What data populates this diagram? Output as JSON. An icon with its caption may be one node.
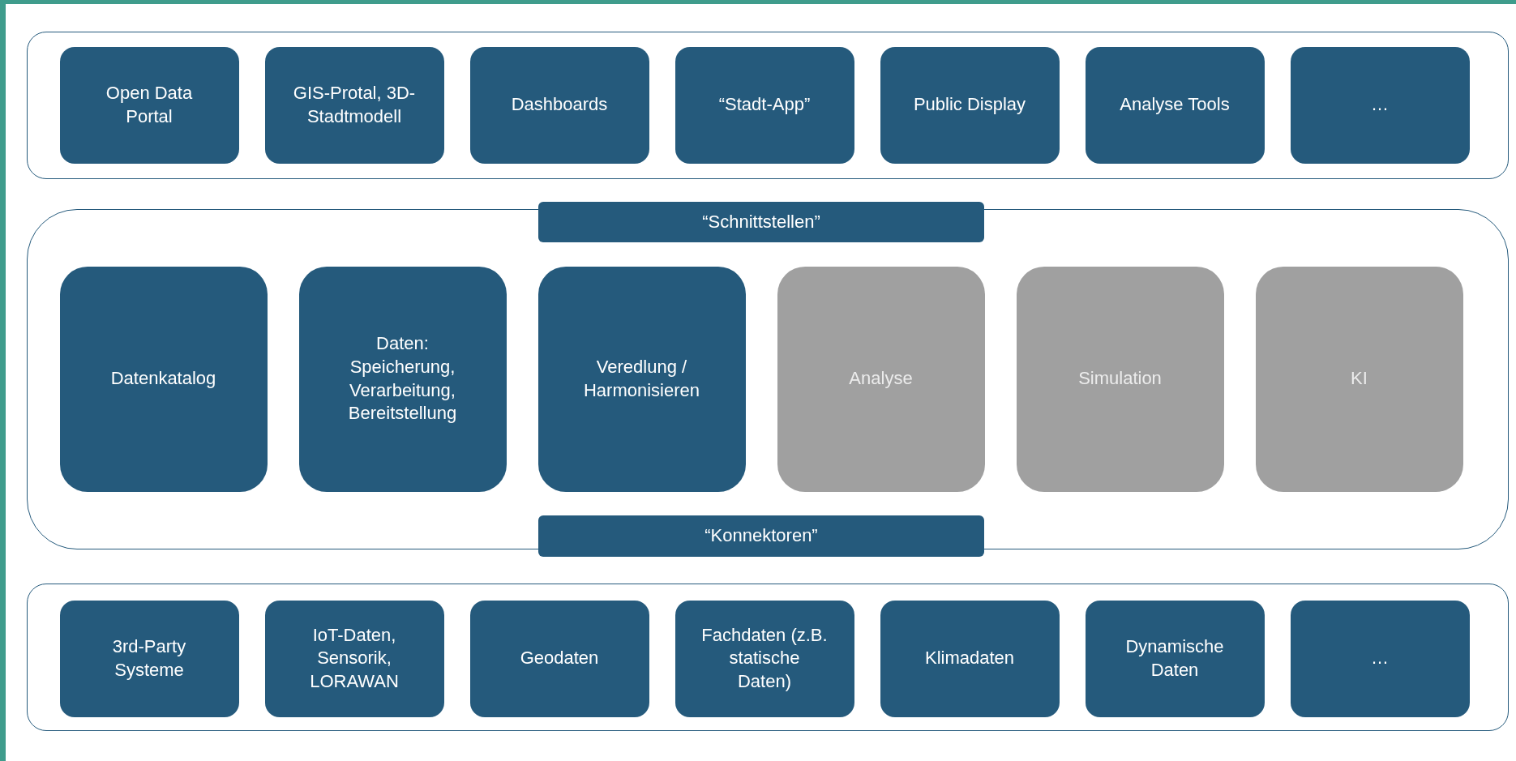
{
  "diagram": {
    "nodes": [
      {
        "text": [],
        "shape": "box"
      },
      {
        "text": [
          "Open Data Portal"
        ],
        "in": 0
      },
      {
        "text": [
          "GIS-Protal, 3D-Stadtmodell"
        ],
        "in": 0
      },
      {
        "text": [
          "Dashboards"
        ],
        "in": 0
      },
      {
        "text": [
          "“Stadt-App”"
        ],
        "in": 0
      },
      {
        "text": [
          "Public Display"
        ],
        "in": 0
      },
      {
        "text": [
          "Analyse Tools"
        ],
        "in": 0
      },
      {
        "text": [
          "…"
        ],
        "in": 0
      },
      {
        "text": [],
        "shape": "box"
      },
      {
        "text": [
          "“Schnittstellen”"
        ]
      },
      {
        "text": [
          "Datenkatalog"
        ],
        "in": 8
      },
      {
        "text": [
          "Daten: Speicherung, Verarbeitung, Bereitstellung"
        ],
        "in": 8
      },
      {
        "text": [
          "Veredlung / Harmonisieren"
        ],
        "in": 8
      },
      {
        "text": [
          "Analyse"
        ],
        "in": 8
      },
      {
        "text": [
          "Simulation"
        ],
        "in": 8
      },
      {
        "text": [
          "KI"
        ],
        "in": 8
      },
      {
        "text": [
          "“Konnektoren”"
        ]
      },
      {
        "text": [],
        "shape": "box"
      },
      {
        "text": [
          "3rd-Party Systeme"
        ],
        "in": 17
      },
      {
        "text": [
          "IoT-Daten, Sensorik, LORAWAN"
        ],
        "in": 17
      },
      {
        "text": [
          "Geodaten"
        ],
        "in": 17
      },
      {
        "text": [
          "Fachdaten (z.B. statische Daten)"
        ],
        "in": 17
      },
      {
        "text": [
          "Klimadaten"
        ],
        "in": 17
      },
      {
        "text": [
          "Dynamische Daten"
        ],
        "in": 17
      },
      {
        "text": [
          "…"
        ],
        "in": 17
      }
    ],
    "edges": []
  }
}
